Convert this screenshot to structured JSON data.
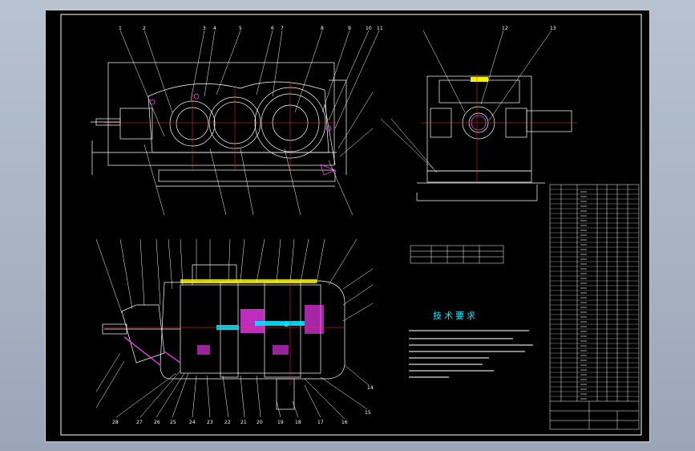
{
  "drawing": {
    "tech_requirements_title": "技术要求",
    "balloon_numbers_top_left": [
      "1",
      "2",
      "3",
      "4",
      "5",
      "6",
      "7",
      "8",
      "9",
      "10",
      "11"
    ],
    "balloon_numbers_top_right": [
      "12",
      "13"
    ],
    "balloon_numbers_bottom": [
      "28",
      "27",
      "26",
      "25",
      "24",
      "23",
      "22",
      "21",
      "20",
      "19",
      "18",
      "17",
      "16",
      "15",
      "14"
    ]
  },
  "colors": {
    "background": "#000000",
    "lines": "#ffffff",
    "accent_cyan": "#00e5ff",
    "accent_magenta": "#ff3cff",
    "accent_yellow": "#f0f000",
    "accent_red": "#ff3030",
    "frame_window": "#a9b4c4"
  }
}
